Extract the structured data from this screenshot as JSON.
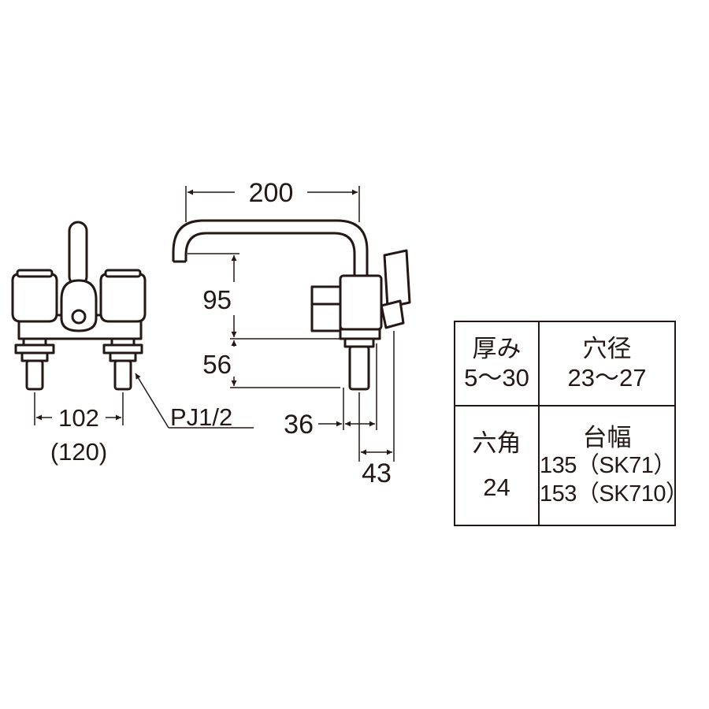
{
  "dimensions": {
    "spout_reach": "200",
    "height_upper": "95",
    "height_lower": "56",
    "pitch": "102",
    "pitch_alt": "(120)",
    "thread": "PJ1/2",
    "offset_a": "36",
    "offset_b": "43"
  },
  "spec_table": {
    "thickness_label": "厚み",
    "thickness_value": "5〜30",
    "hole_label": "穴径",
    "hole_value": "23〜27",
    "hex_label": "六角",
    "hex_value": "24",
    "base_width_label": "台幅",
    "base_width_values": [
      "135（SK71）",
      "153（SK710）"
    ]
  },
  "colors": {
    "line": "#231815",
    "background": "#ffffff"
  }
}
